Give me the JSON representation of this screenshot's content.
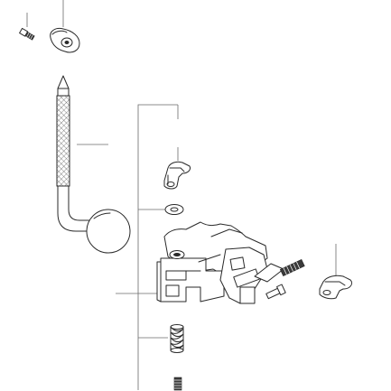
{
  "diagram": {
    "parts": [
      {
        "id": "set-screw-small",
        "icon": "screw-icon"
      },
      {
        "id": "thumb-knob-top",
        "icon": "knob-icon"
      },
      {
        "id": "knurled-l-handle-with-ball",
        "icon": "handle-icon"
      },
      {
        "id": "wing-knob",
        "icon": "wing-knob-icon"
      },
      {
        "id": "washer",
        "icon": "washer-icon"
      },
      {
        "id": "clamp-body",
        "icon": "clamp-icon"
      },
      {
        "id": "threaded-stud",
        "icon": "stud-icon"
      },
      {
        "id": "wing-knob-right",
        "icon": "wing-knob-icon"
      },
      {
        "id": "compression-spring",
        "icon": "spring-icon"
      },
      {
        "id": "grub-screw",
        "icon": "grub-screw-icon"
      }
    ],
    "colors": {
      "line": "#2a2a2a",
      "leader": "#6a6a6a",
      "background": "#ffffff"
    }
  }
}
